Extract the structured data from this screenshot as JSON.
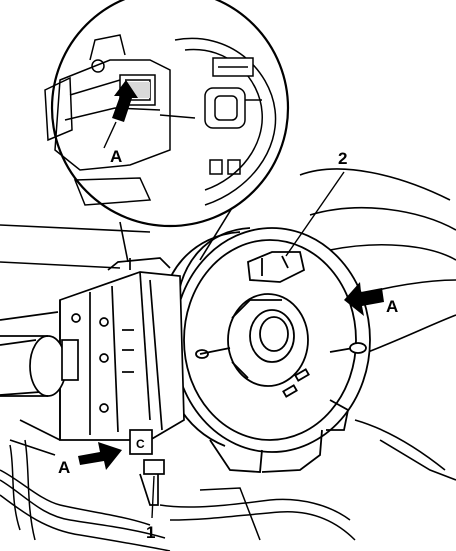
{
  "labels": {
    "inset_arrow": "A",
    "right_arrow": "A",
    "left_arrow": "A",
    "part_one": "1",
    "part_two": "2",
    "latch_letter": "C"
  },
  "colors": {
    "ink": "#000000",
    "paper": "#ffffff",
    "shade": "#d9d9d9"
  }
}
